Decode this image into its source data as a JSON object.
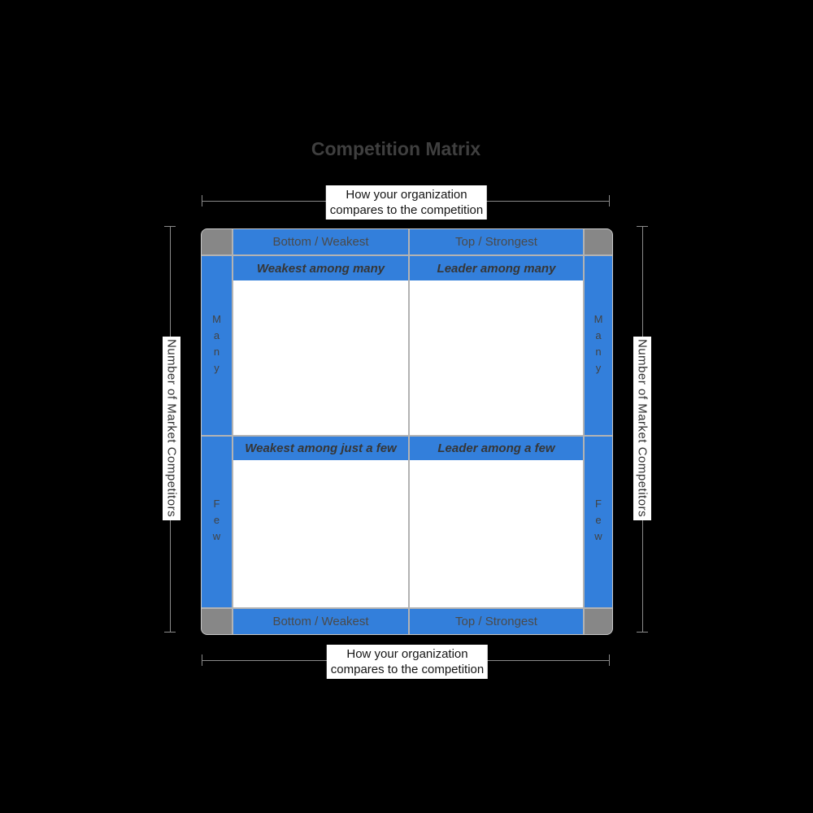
{
  "title": "Competition Matrix",
  "colors": {
    "background": "#000000",
    "matrix_blue": "#337fdb",
    "corner_gray": "#878787",
    "grid_line": "#b3b3b3",
    "bracket_line": "#8a8a8a",
    "title_text": "#3f3f3f",
    "header_text": "#4a4a4a",
    "quadrant_title_text": "#363636",
    "axis_label_bg": "#ffffff",
    "axis_label_text": "#141414"
  },
  "axes": {
    "top": {
      "line1": "How your organization",
      "line2": "compares to the competition"
    },
    "bottom": {
      "line1": "How your organization",
      "line2": "compares to the competition"
    },
    "left": {
      "label": "Number of Market Competitors"
    },
    "right": {
      "label": "Number of Market Competitors"
    }
  },
  "matrix": {
    "col_headers_top": [
      "Bottom / Weakest",
      "Top / Strongest"
    ],
    "col_headers_bottom": [
      "Bottom / Weakest",
      "Top / Strongest"
    ],
    "row_labels": [
      "Many",
      "Few"
    ],
    "quadrants": [
      {
        "title": "Weakest among many"
      },
      {
        "title": "Leader among many"
      },
      {
        "title": "Weakest among just a few"
      },
      {
        "title": "Leader among a few"
      }
    ]
  }
}
